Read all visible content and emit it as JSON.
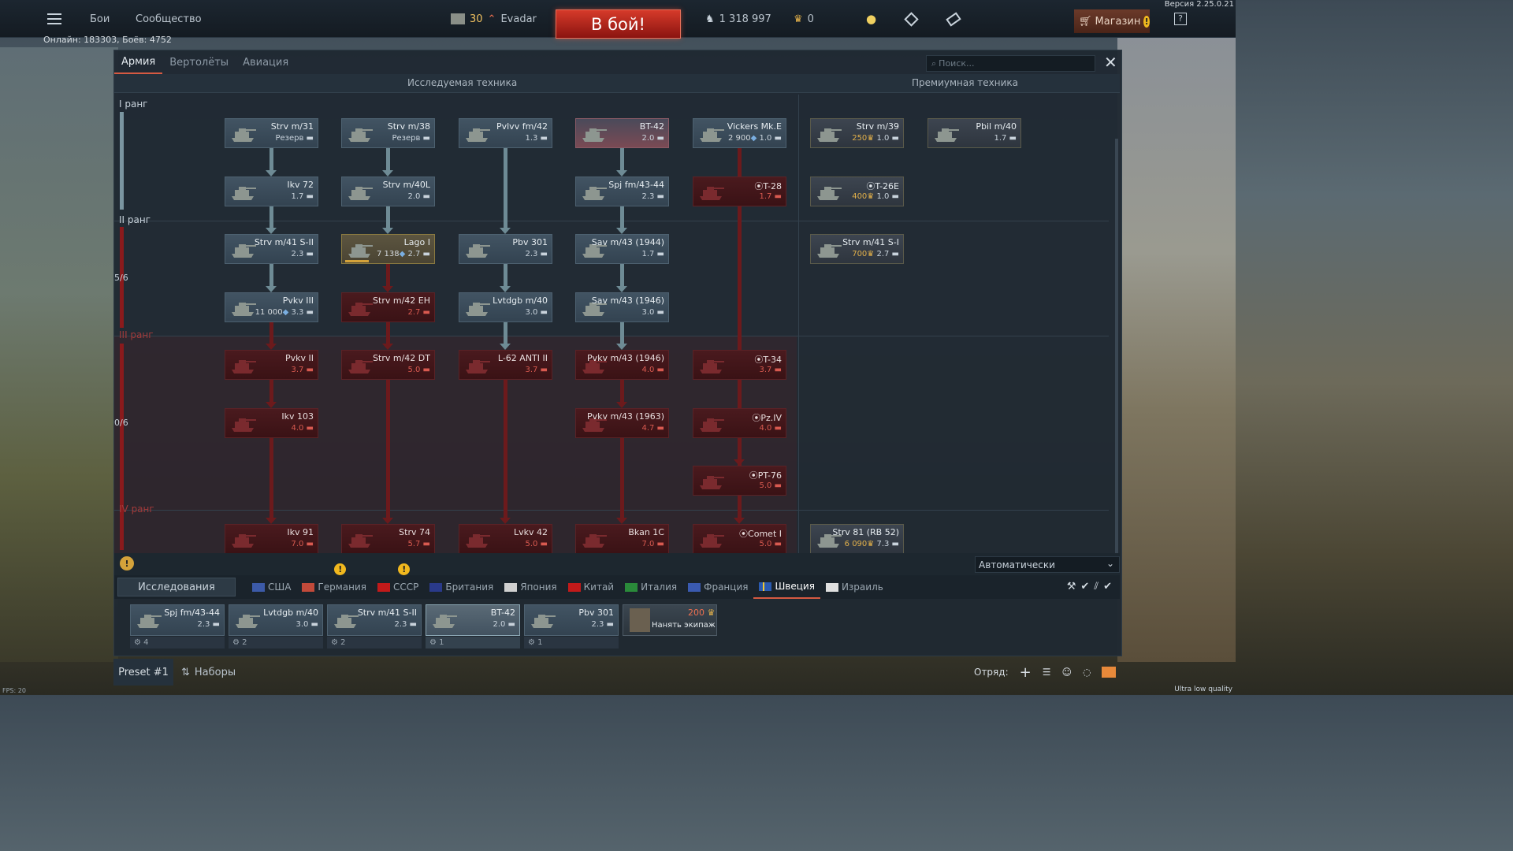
{
  "version": "Версия 2.25.0.21",
  "online": "Онлайн: 183303, Боёв: 4752",
  "fps": "FPS: 20",
  "quality": "Ultra low quality",
  "topbar": {
    "battles": "Бои",
    "community": "Сообщество",
    "level": "30",
    "player": "Evadar",
    "battle_button": "В бой!",
    "silver": "1 318 997",
    "gold": "0",
    "shop": "Магазин"
  },
  "panel": {
    "tabs": [
      "Армия",
      "Вертолёты",
      "Авиация"
    ],
    "search_placeholder": "Поиск...",
    "research_title": "Исследуемая техника",
    "premium_title": "Премиумная техника"
  },
  "ranks": {
    "r1": "I ранг",
    "r2": "II ранг",
    "r3": "III ранг",
    "r4": "IV ранг",
    "c2": "5/6",
    "c3": "0/6"
  },
  "cards": [
    {
      "id": "c1",
      "name": "Strv m/31",
      "br": "Резерв",
      "state": "open"
    },
    {
      "id": "c2",
      "name": "Strv m/38",
      "br": "Резерв",
      "state": "open"
    },
    {
      "id": "c3",
      "name": "Pvlvv fm/42",
      "br": "1.3",
      "state": "open"
    },
    {
      "id": "c4",
      "name": "BT-42",
      "br": "2.0",
      "state": "redtint"
    },
    {
      "id": "c5",
      "name": "Vickers Mk.E",
      "br": "1.0",
      "cost": "2 900",
      "state": "open"
    },
    {
      "id": "c6",
      "name": "Ikv 72",
      "br": "1.7",
      "state": "open"
    },
    {
      "id": "c7",
      "name": "Strv m/40L",
      "br": "2.0",
      "state": "open"
    },
    {
      "id": "c8",
      "name": "Spj fm/43-44",
      "br": "2.3",
      "state": "open"
    },
    {
      "id": "c9",
      "name": "T-28",
      "br": "1.7",
      "state": "locked"
    },
    {
      "id": "c10",
      "name": "Strv m/41 S-II",
      "br": "2.3",
      "state": "open"
    },
    {
      "id": "c11",
      "name": "Lago I",
      "br": "2.7",
      "cost": "7 138",
      "state": "selected"
    },
    {
      "id": "c12",
      "name": "Pbv 301",
      "br": "2.3",
      "state": "open"
    },
    {
      "id": "c13",
      "name": "Sav m/43 (1944)",
      "br": "1.7",
      "state": "open"
    },
    {
      "id": "c14",
      "name": "Pvkv III",
      "br": "3.3",
      "cost": "11 000",
      "state": "open"
    },
    {
      "id": "c15",
      "name": "Strv m/42 EH",
      "br": "2.7",
      "state": "locked"
    },
    {
      "id": "c16",
      "name": "Lvtdgb m/40",
      "br": "3.0",
      "state": "open"
    },
    {
      "id": "c17",
      "name": "Sav m/43 (1946)",
      "br": "3.0",
      "state": "open"
    },
    {
      "id": "c18",
      "name": "Pvkv II",
      "br": "3.7",
      "state": "locked"
    },
    {
      "id": "c19",
      "name": "Strv m/42 DT",
      "br": "5.0",
      "state": "locked"
    },
    {
      "id": "c20",
      "name": "L-62 ANTI II",
      "br": "3.7",
      "state": "locked"
    },
    {
      "id": "c21",
      "name": "Pvkv m/43 (1946)",
      "br": "4.0",
      "state": "locked"
    },
    {
      "id": "c22",
      "name": "T-34",
      "br": "3.7",
      "state": "locked"
    },
    {
      "id": "c23",
      "name": "Ikv 103",
      "br": "4.0",
      "state": "locked"
    },
    {
      "id": "c24",
      "name": "Pvkv m/43 (1963)",
      "br": "4.7",
      "state": "locked"
    },
    {
      "id": "c25",
      "name": "Pz.IV",
      "br": "4.0",
      "state": "locked"
    },
    {
      "id": "c26",
      "name": "PT-76",
      "br": "5.0",
      "state": "locked"
    },
    {
      "id": "c27",
      "name": "Ikv 91",
      "br": "7.0",
      "state": "locked"
    },
    {
      "id": "c28",
      "name": "Strv 74",
      "br": "5.7",
      "state": "locked"
    },
    {
      "id": "c29",
      "name": "Lvkv 42",
      "br": "5.0",
      "state": "locked"
    },
    {
      "id": "c30",
      "name": "Bkan 1C",
      "br": "7.0",
      "state": "locked"
    },
    {
      "id": "c31",
      "name": "Comet I",
      "br": "5.0",
      "state": "locked"
    },
    {
      "id": "p1",
      "name": "Strv m/39",
      "br": "1.0",
      "cost": "250",
      "state": "prem"
    },
    {
      "id": "p2",
      "name": "Pbil m/40",
      "br": "1.7",
      "state": "prem"
    },
    {
      "id": "p3",
      "name": "T-26E",
      "br": "1.0",
      "cost": "400",
      "state": "prem"
    },
    {
      "id": "p4",
      "name": "Strv m/41 S-I",
      "br": "2.7",
      "cost": "700",
      "state": "prem"
    },
    {
      "id": "p5",
      "name": "Strv 81 (RB 52)",
      "br": "7.3",
      "cost": "6 090",
      "state": "prem"
    }
  ],
  "auto_select": "Автоматически",
  "nations": {
    "research": "Исследования",
    "list": [
      "США",
      "Германия",
      "СССР",
      "Британия",
      "Япония",
      "Китай",
      "Италия",
      "Франция",
      "Швеция",
      "Израиль"
    ],
    "active": "Швеция"
  },
  "crew": [
    {
      "name": "Spj fm/43-44",
      "br": "2.3",
      "sub": "4"
    },
    {
      "name": "Lvtdgb m/40",
      "br": "3.0",
      "sub": "2"
    },
    {
      "name": "Strv m/41 S-II",
      "br": "2.3",
      "sub": "2"
    },
    {
      "name": "BT-42",
      "br": "2.0",
      "sub": "1"
    },
    {
      "name": "Pbv 301",
      "br": "2.3",
      "sub": "1"
    }
  ],
  "hire": {
    "cost": "200",
    "label": "Нанять экипаж"
  },
  "footer": {
    "preset": "Preset #1",
    "sets": "Наборы",
    "squad": "Отряд:"
  },
  "colors": {
    "accent": "#d65a42",
    "battle": "#d63a2a",
    "locked": "#4a1a1e",
    "gold": "#e2b04a"
  }
}
